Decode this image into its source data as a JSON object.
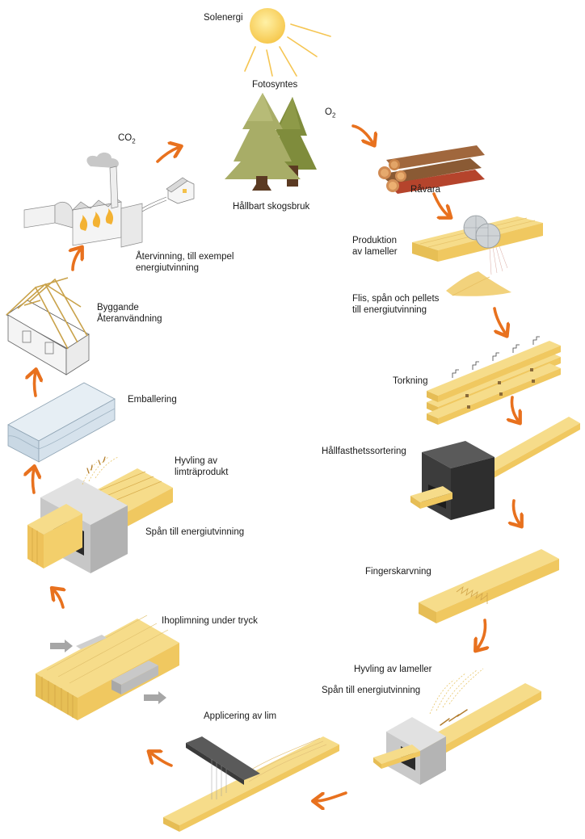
{
  "labels": {
    "solar_energy": "Solenergi",
    "photosynthesis": "Fotosyntes",
    "sustainable_forestry": "Hållbart skogsbruk",
    "co2_base": "CO",
    "co2_sub": "2",
    "o2_base": "O",
    "o2_sub": "2",
    "raw_material": "Råvara",
    "lamella_production_1": "Produktion",
    "lamella_production_2": "av lameller",
    "chips_1": "Flis, spån och pellets",
    "chips_2": "till energiutvinning",
    "drying": "Torkning",
    "strength_grading": "Hållfasthetssortering",
    "finger_jointing": "Fingerskarvning",
    "lamella_planing": "Hyvling av lameller",
    "shavings_energy_1": "Spån till energiutvinning",
    "glue_application": "Applicering av lim",
    "pressure_gluing": "Ihoplimning under tryck",
    "glulam_planing_1": "Hyvling av",
    "glulam_planing_2": "limträprodukt",
    "shavings_energy_2": "Spån till energiutvinning",
    "packaging": "Emballering",
    "building_1": "Byggande",
    "building_2": "Återanvändning",
    "recycling_1": "Återvinning, till exempel",
    "recycling_2": "energiutvinning"
  },
  "colors": {
    "arrow": "#e8711e",
    "wood_light": "#f6dc8a",
    "wood_mid": "#f0c860",
    "wood_dark": "#d9a93c",
    "tree_green": "#a8ad67",
    "tree_dark": "#7f8c3c",
    "sun": "#fbd86a",
    "log_brown": "#8a5a34",
    "log_red": "#b5442c",
    "machine_gray": "#d7d7d7",
    "machine_dark": "#3c3c3c",
    "wrap_blue": "#dbe6ef"
  },
  "icons": [
    "sun-icon",
    "tree-icon",
    "log-pile-icon",
    "saw-icon",
    "sawdust-pile-icon",
    "drying-stack-icon",
    "grading-machine-icon",
    "finger-joint-board-icon",
    "planer-icon",
    "glue-applicator-icon",
    "glue-press-icon",
    "glulam-planer-icon",
    "wrapped-package-icon",
    "building-frame-icon",
    "power-plant-icon",
    "house-icon"
  ]
}
